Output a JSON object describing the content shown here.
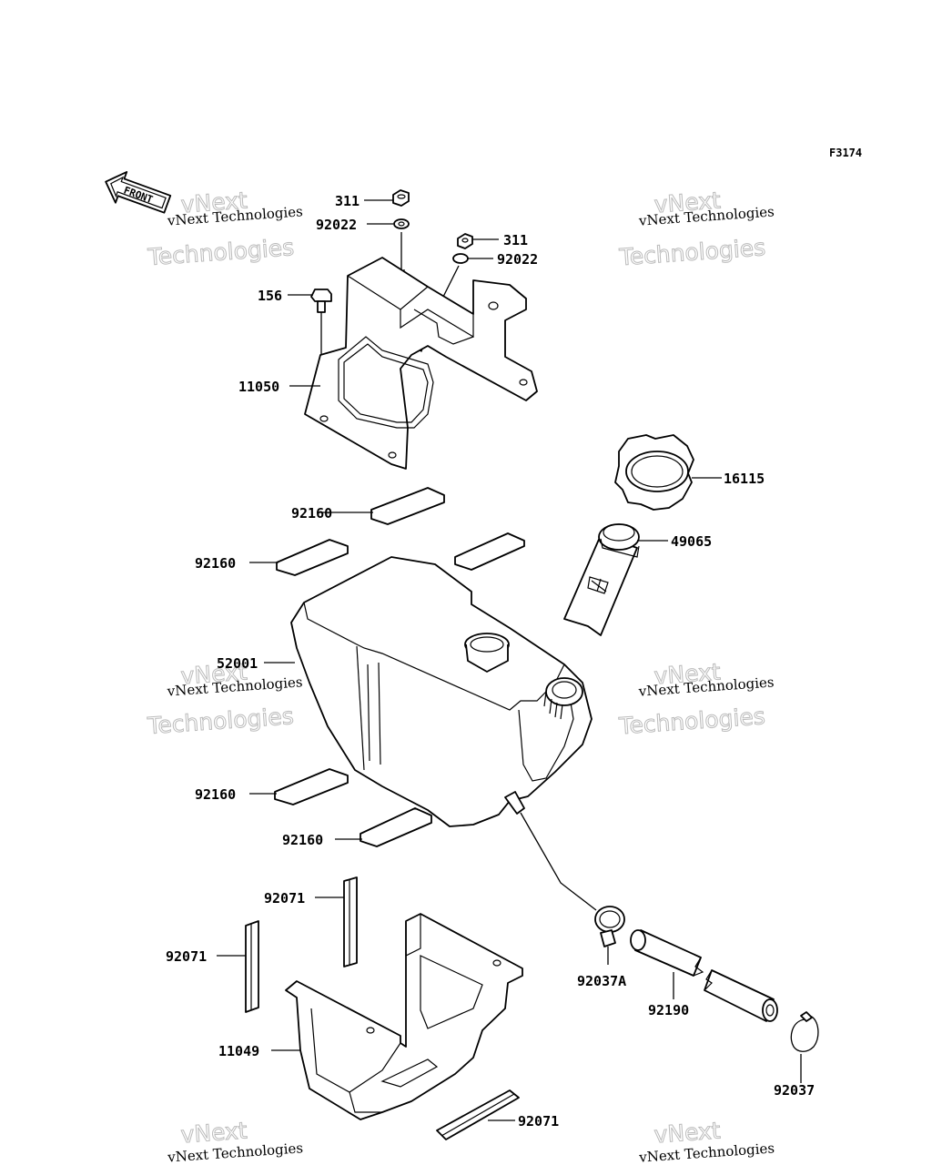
{
  "figure_id": "F3174",
  "front_label": "FRONT",
  "watermark": {
    "line1": "vNext Technologies",
    "line2": "Technologies",
    "line3": "vNext"
  },
  "parts": [
    {
      "number": "311"
    },
    {
      "number": "92022"
    },
    {
      "number": "311"
    },
    {
      "number": "92022"
    },
    {
      "number": "156"
    },
    {
      "number": "11050"
    },
    {
      "number": "16115"
    },
    {
      "number": "92160"
    },
    {
      "number": "49065"
    },
    {
      "number": "92160"
    },
    {
      "number": "52001"
    },
    {
      "number": "92160"
    },
    {
      "number": "92160"
    },
    {
      "number": "92071"
    },
    {
      "number": "92071"
    },
    {
      "number": "92037A"
    },
    {
      "number": "92190"
    },
    {
      "number": "11049"
    },
    {
      "number": "92037"
    },
    {
      "number": "92071"
    }
  ]
}
